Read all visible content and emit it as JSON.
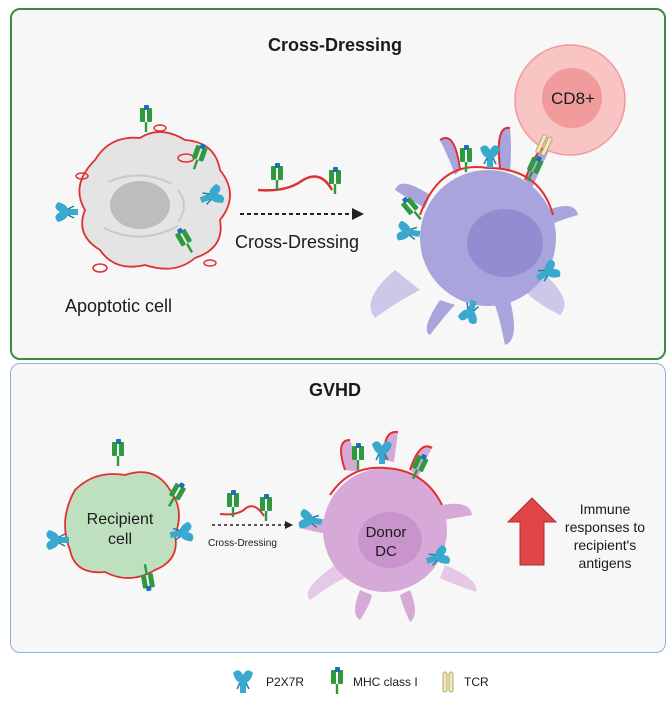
{
  "top_panel": {
    "title": "Cross-Dressing",
    "arrow_label": "Cross-Dressing",
    "apoptotic_label": "Apoptotic cell",
    "tcell_label": "CD8+"
  },
  "bottom_panel": {
    "title": "GVHD",
    "recipient_label_line1": "Recipient",
    "recipient_label_line2": "cell",
    "arrow_label": "Cross-Dressing",
    "donor_label_line1": "Donor",
    "donor_label_line2": "DC",
    "outcome_lines": [
      "Immune",
      "responses to",
      "recipient's",
      "antigens"
    ]
  },
  "legend": {
    "p2x7r": "P2X7R",
    "mhc": "MHC class I",
    "tcr": "TCR"
  },
  "colors": {
    "membrane_red": "#e03131",
    "mhc_green": "#2e9a3e",
    "p2x7r_blue": "#3aa9cf",
    "dc_purple": "#a9a4dc",
    "donor_pink": "#d6a9d8",
    "recipient_green": "#bfe0bf",
    "cd8_pink": "#f6b0b0",
    "top_border": "#3f8a43",
    "bottom_border": "#8fb2d6"
  }
}
